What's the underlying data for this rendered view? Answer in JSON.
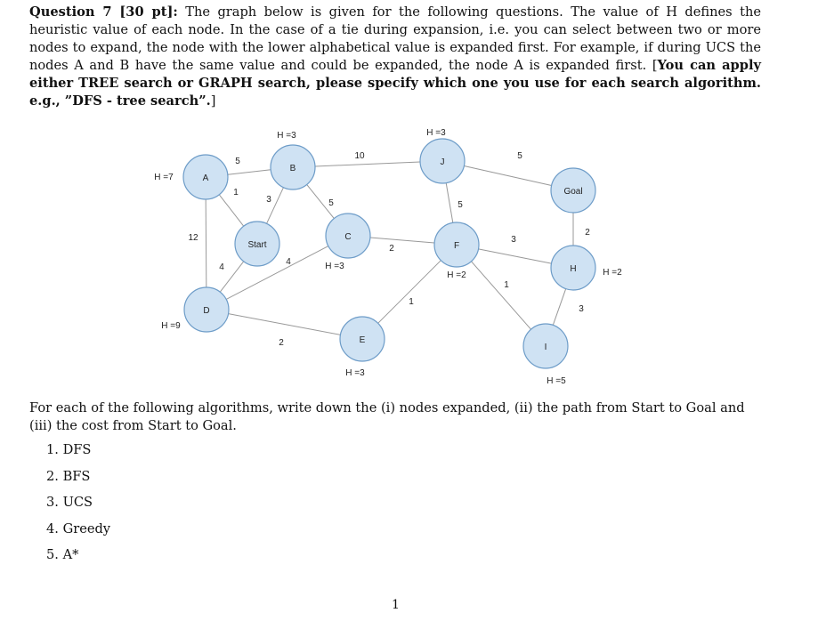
{
  "question": {
    "number": "Question 7 [30 pt]:",
    "intro": " The graph below is given for the following questions. The value of H defines the heuristic value of each node. In the case of a tie during expansion, i.e. you can select between two or more nodes to expand, the node with the lower alphabetical value is expanded first. For example, if during UCS the nodes A and B have the same value and could be expanded, the node A is expanded first. [",
    "bold_note": "You can apply either TREE search or GRAPH search, please specify which one you use for each search algorithm. e.g., ”DFS - tree search”.",
    "close_bracket": "]"
  },
  "graph": {
    "nodes": [
      {
        "id": "A",
        "label": "A",
        "h": "H =7"
      },
      {
        "id": "B",
        "label": "B",
        "h": "H =3"
      },
      {
        "id": "Start",
        "label": "Start",
        "h": ""
      },
      {
        "id": "C",
        "label": "C",
        "h": "H =3"
      },
      {
        "id": "D",
        "label": "D",
        "h": "H =9"
      },
      {
        "id": "E",
        "label": "E",
        "h": "H =3"
      },
      {
        "id": "J",
        "label": "J",
        "h": "H =3"
      },
      {
        "id": "F",
        "label": "F",
        "h": "H =2"
      },
      {
        "id": "Goal",
        "label": "Goal",
        "h": ""
      },
      {
        "id": "H",
        "label": "H",
        "h": "H =2"
      },
      {
        "id": "I",
        "label": "I",
        "h": "H =5"
      }
    ],
    "edges": [
      {
        "from": "A",
        "to": "B",
        "weight": "5"
      },
      {
        "from": "A",
        "to": "Start",
        "weight": "1"
      },
      {
        "from": "A",
        "to": "D",
        "weight": "12"
      },
      {
        "from": "B",
        "to": "Start",
        "weight": "3"
      },
      {
        "from": "B",
        "to": "C",
        "weight": "5"
      },
      {
        "from": "B",
        "to": "J",
        "weight": "10"
      },
      {
        "from": "Start",
        "to": "D",
        "weight": "4"
      },
      {
        "from": "D",
        "to": "C",
        "weight": "4"
      },
      {
        "from": "D",
        "to": "E",
        "weight": "2"
      },
      {
        "from": "C",
        "to": "F",
        "weight": "2"
      },
      {
        "from": "E",
        "to": "F",
        "weight": "1"
      },
      {
        "from": "J",
        "to": "F",
        "weight": "5"
      },
      {
        "from": "J",
        "to": "Goal",
        "weight": "5"
      },
      {
        "from": "F",
        "to": "H",
        "weight": "3"
      },
      {
        "from": "F",
        "to": "I",
        "weight": "1"
      },
      {
        "from": "Goal",
        "to": "H",
        "weight": "2"
      },
      {
        "from": "H",
        "to": "I",
        "weight": "3"
      }
    ]
  },
  "prompt": "For each of the following algorithms, write down the (i) nodes expanded, (ii) the path from Start to Goal and (iii) the cost from Start to Goal.",
  "algorithms": [
    "1. DFS",
    "2. BFS",
    "3. UCS",
    "4. Greedy",
    "5. A*"
  ],
  "page_number": "1",
  "colors": {
    "node_fill": "#cfe2f3",
    "node_stroke": "#6d9cc8",
    "edge": "#999999"
  }
}
